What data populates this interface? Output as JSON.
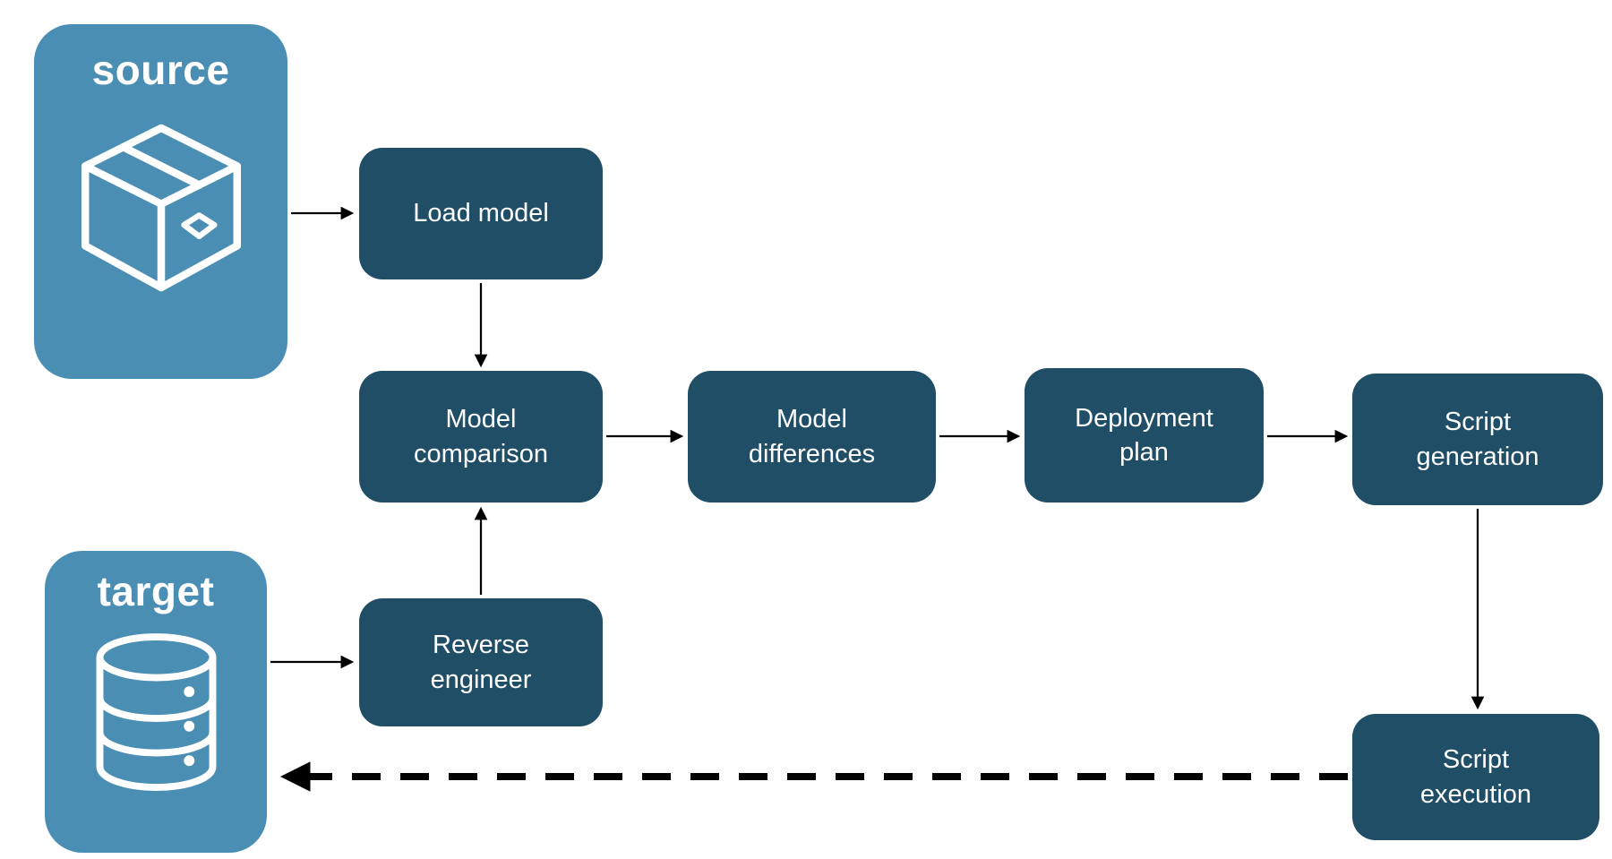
{
  "diagram": {
    "background": "#ffffff",
    "colors": {
      "container_fill": "#4a8fb3",
      "node_fill": "#1f4e66",
      "text": "#ffffff",
      "arrow": "#000000"
    },
    "containers": {
      "source": {
        "label": "source",
        "icon": "package-box-icon"
      },
      "target": {
        "label": "target",
        "icon": "database-icon"
      }
    },
    "nodes": {
      "load_model": {
        "label": "Load model"
      },
      "model_comparison": {
        "label": "Model\ncomparison"
      },
      "model_differences": {
        "label": "Model\ndifferences"
      },
      "deployment_plan": {
        "label": "Deployment\nplan"
      },
      "script_generation": {
        "label": "Script\ngeneration"
      },
      "reverse_engineer": {
        "label": "Reverse\nengineer"
      },
      "script_execution": {
        "label": "Script\nexecution"
      }
    },
    "edges": [
      {
        "from": "source",
        "to": "load_model",
        "style": "solid"
      },
      {
        "from": "load_model",
        "to": "model_comparison",
        "style": "solid"
      },
      {
        "from": "target",
        "to": "reverse_engineer",
        "style": "solid"
      },
      {
        "from": "reverse_engineer",
        "to": "model_comparison",
        "style": "solid"
      },
      {
        "from": "model_comparison",
        "to": "model_differences",
        "style": "solid"
      },
      {
        "from": "model_differences",
        "to": "deployment_plan",
        "style": "solid"
      },
      {
        "from": "deployment_plan",
        "to": "script_generation",
        "style": "solid"
      },
      {
        "from": "script_generation",
        "to": "script_execution",
        "style": "solid"
      },
      {
        "from": "script_execution",
        "to": "target",
        "style": "dashed"
      }
    ]
  }
}
